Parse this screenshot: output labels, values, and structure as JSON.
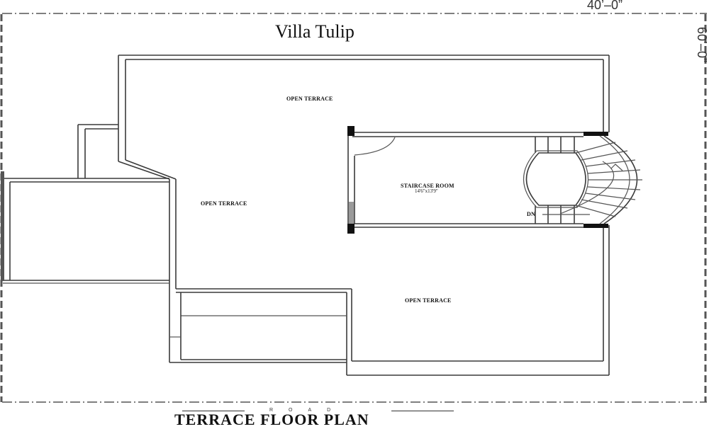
{
  "drawing": {
    "title": "Villa Tulip",
    "plan_title": "TERRACE FLOOR  PLAN",
    "road_label": "ROAD",
    "dimensions": {
      "width": "40’–0”",
      "depth": "60’–0”"
    },
    "rooms": [
      {
        "name": "OPEN TERRACE",
        "position": "top"
      },
      {
        "name": "OPEN TERRACE",
        "position": "middle-left"
      },
      {
        "name": "OPEN TERRACE",
        "position": "bottom-right"
      },
      {
        "name": "STAIRCASE ROOM",
        "size": "14'6\"x13'9\"",
        "position": "center"
      }
    ],
    "stair": {
      "direction_label": "DN"
    },
    "colors": {
      "line": "#3a3a3a",
      "background": "#ffffff",
      "solid_wall": "#111111"
    }
  }
}
